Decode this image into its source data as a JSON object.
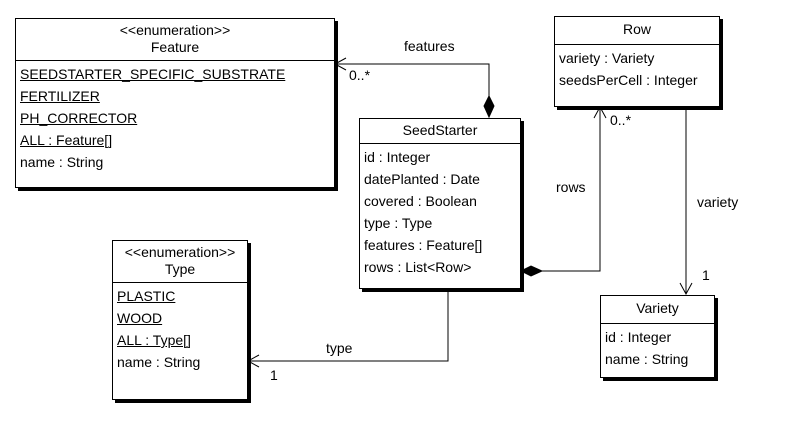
{
  "classes": {
    "feature": {
      "stereotype": "<<enumeration>>",
      "name": "Feature",
      "literals": [
        "SEEDSTARTER_SPECIFIC_SUBSTRATE",
        "FERTILIZER",
        "PH_CORRECTOR",
        "ALL : Feature[]"
      ],
      "attributes": [
        "name : String"
      ]
    },
    "type": {
      "stereotype": "<<enumeration>>",
      "name": "Type",
      "literals": [
        "PLASTIC",
        "WOOD",
        "ALL : Type[]"
      ],
      "attributes": [
        "name : String"
      ]
    },
    "seedstarter": {
      "name": "SeedStarter",
      "attributes": [
        "id : Integer",
        "datePlanted : Date",
        "covered : Boolean",
        "type : Type",
        "features : Feature[]",
        "rows : List<Row>"
      ]
    },
    "row": {
      "name": "Row",
      "attributes": [
        "variety : Variety",
        "seedsPerCell : Integer"
      ]
    },
    "variety": {
      "name": "Variety",
      "attributes": [
        "id : Integer",
        "name : String"
      ]
    }
  },
  "associations": {
    "features": {
      "label": "features",
      "multiplicity": "0..*"
    },
    "rows": {
      "label": "rows",
      "multiplicity": "0..*"
    },
    "variety": {
      "label": "variety",
      "multiplicity": "1"
    },
    "type": {
      "label": "type",
      "multiplicity": "1"
    }
  }
}
